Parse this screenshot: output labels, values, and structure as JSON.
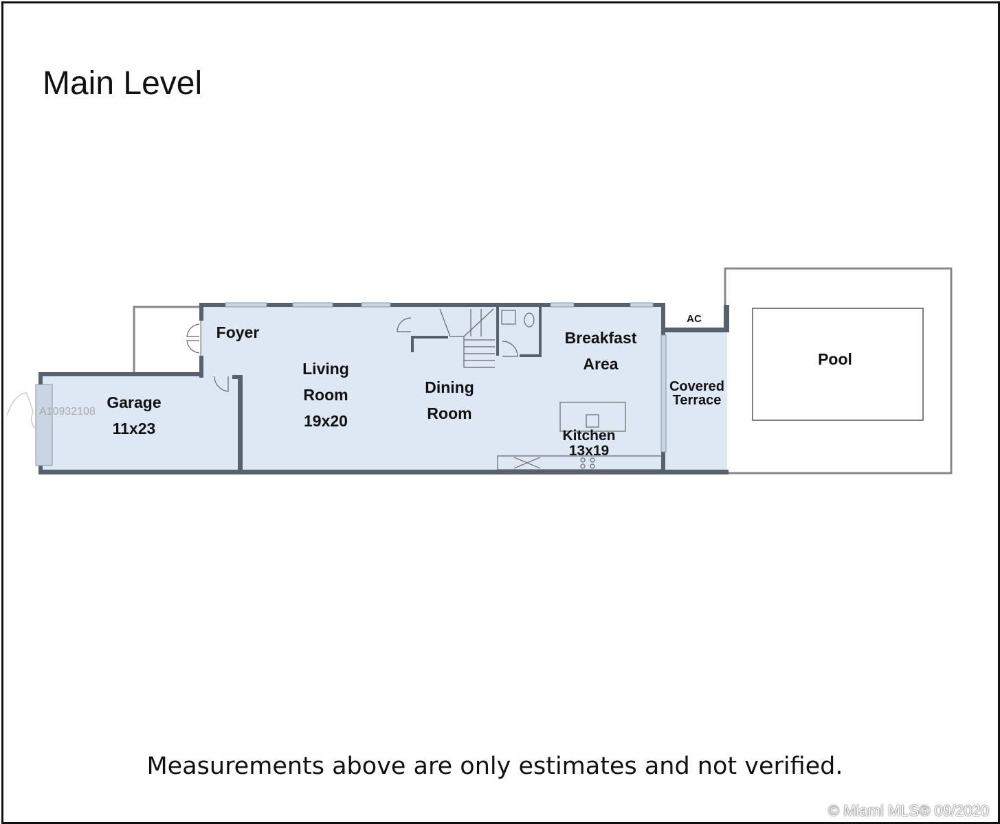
{
  "title": "Main Level",
  "footnote": "Measurements above are only estimates and not verified.",
  "watermark": {
    "listing_id": "A10932108",
    "copyright": "© Miami MLS® 09/2020"
  },
  "rooms": {
    "foyer": "Foyer",
    "living_1": "Living",
    "living_2": "Room",
    "living_dim": "19x20",
    "dining_1": "Dining",
    "dining_2": "Room",
    "breakfast_1": "Breakfast",
    "breakfast_2": "Area",
    "kitchen": "Kitchen",
    "kitchen_dim": "13x19",
    "garage": "Garage",
    "garage_dim": "11x23",
    "terrace_1": "Covered",
    "terrace_2": "Terrace",
    "ac": "AC",
    "pool": "Pool"
  },
  "colors": {
    "floor": "#dde8f4",
    "wall": "#57616c"
  }
}
